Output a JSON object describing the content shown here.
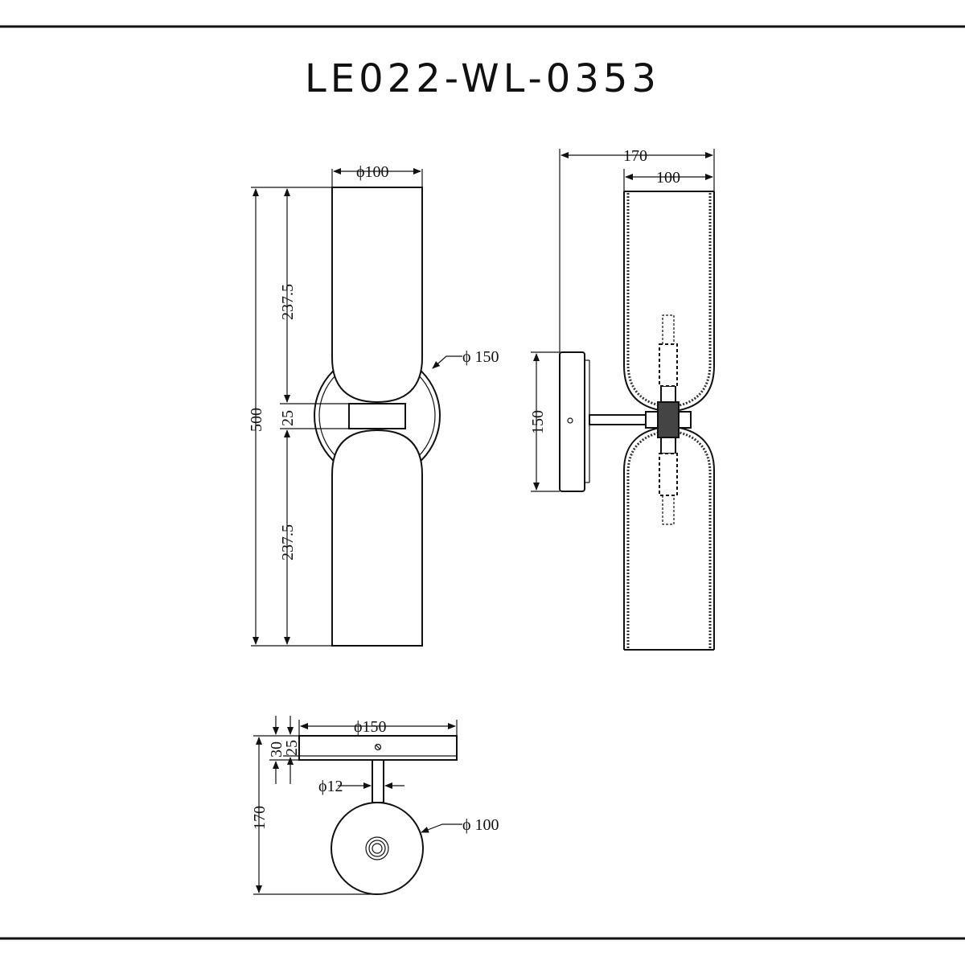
{
  "title": "LE022-WL-0353",
  "front_view": {
    "dim_diameter_top": "ϕ100",
    "dim_upper_height": "237.5",
    "dim_middle": "25",
    "dim_lower_height": "237.5",
    "dim_total_height": "500",
    "dim_base_diameter": "ϕ 150"
  },
  "side_view": {
    "dim_depth_total": "170",
    "dim_shade_width": "100",
    "dim_base_height": "150"
  },
  "top_view": {
    "dim_base_diameter": "ϕ150",
    "dim_base_thickness_outer": "30",
    "dim_base_thickness_inner": "25",
    "dim_arm_diameter": "ϕ12",
    "dim_projection": "170",
    "dim_shade_diameter": "ϕ 100"
  }
}
